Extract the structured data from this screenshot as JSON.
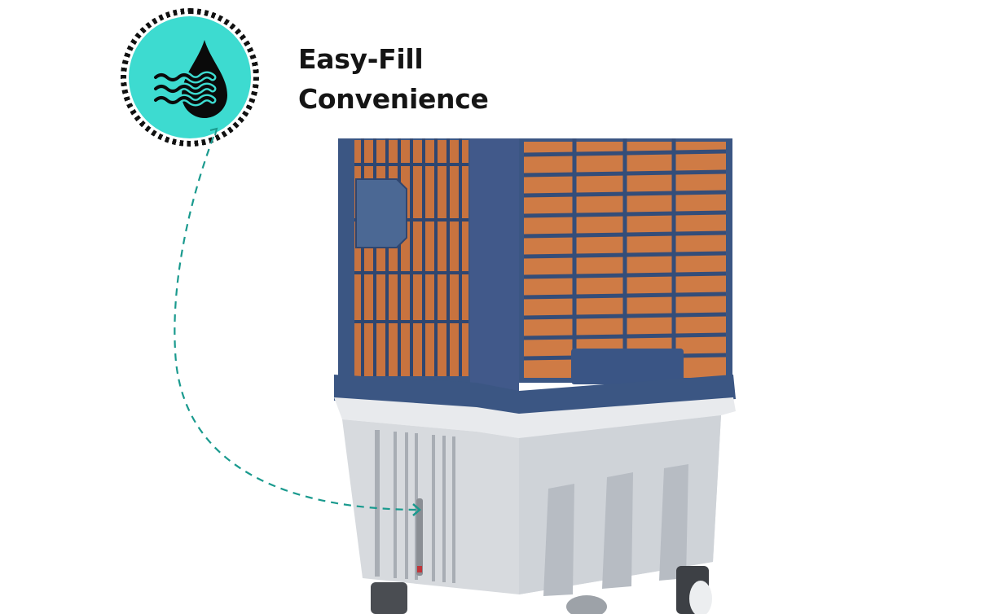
{
  "feature": {
    "title_line1": "Easy-Fill",
    "title_line2": "Convenience",
    "icon": "water-drop-waves-icon",
    "badge_color": "#3ddbd0",
    "connector_color": "#1a9a8e"
  },
  "product": {
    "name": "air cooler",
    "frame_color": "#3b5683",
    "pad_color": "#c8733f",
    "tank_color": "#d7dade"
  }
}
